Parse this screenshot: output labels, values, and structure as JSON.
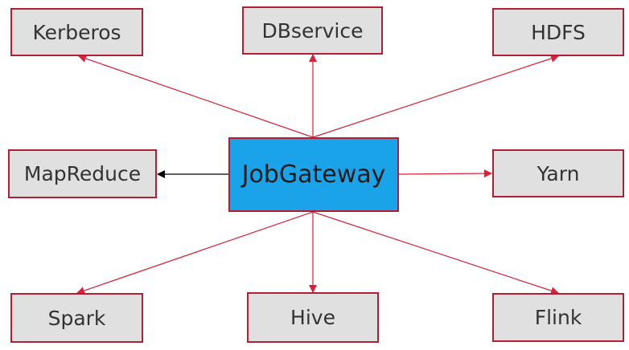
{
  "center": {
    "label": "JobGateway",
    "fill": "#1aa3e8"
  },
  "nodes": [
    {
      "id": "kerberos",
      "label": "Kerberos"
    },
    {
      "id": "dbservice",
      "label": "DBservice"
    },
    {
      "id": "hdfs",
      "label": "HDFS"
    },
    {
      "id": "mapreduce",
      "label": "MapReduce"
    },
    {
      "id": "yarn",
      "label": "Yarn"
    },
    {
      "id": "spark",
      "label": "Spark"
    },
    {
      "id": "hive",
      "label": "Hive"
    },
    {
      "id": "flink",
      "label": "Flink"
    }
  ],
  "colors": {
    "node_fill": "#e0e0e0",
    "node_border": "#b01f33",
    "edge_red": "#d6223a",
    "edge_black": "#000000"
  }
}
